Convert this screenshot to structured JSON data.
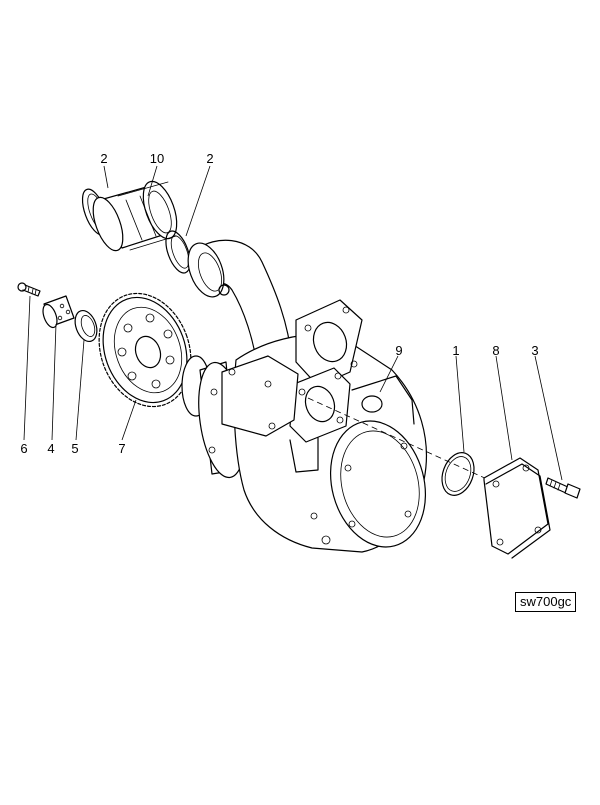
{
  "callouts": {
    "c2a": "2",
    "c10": "10",
    "c2b": "2",
    "c9": "9",
    "c1": "1",
    "c8": "8",
    "c3": "3",
    "c6": "6",
    "c4": "4",
    "c5": "5",
    "c7": "7"
  },
  "reference_code": "sw700gc"
}
